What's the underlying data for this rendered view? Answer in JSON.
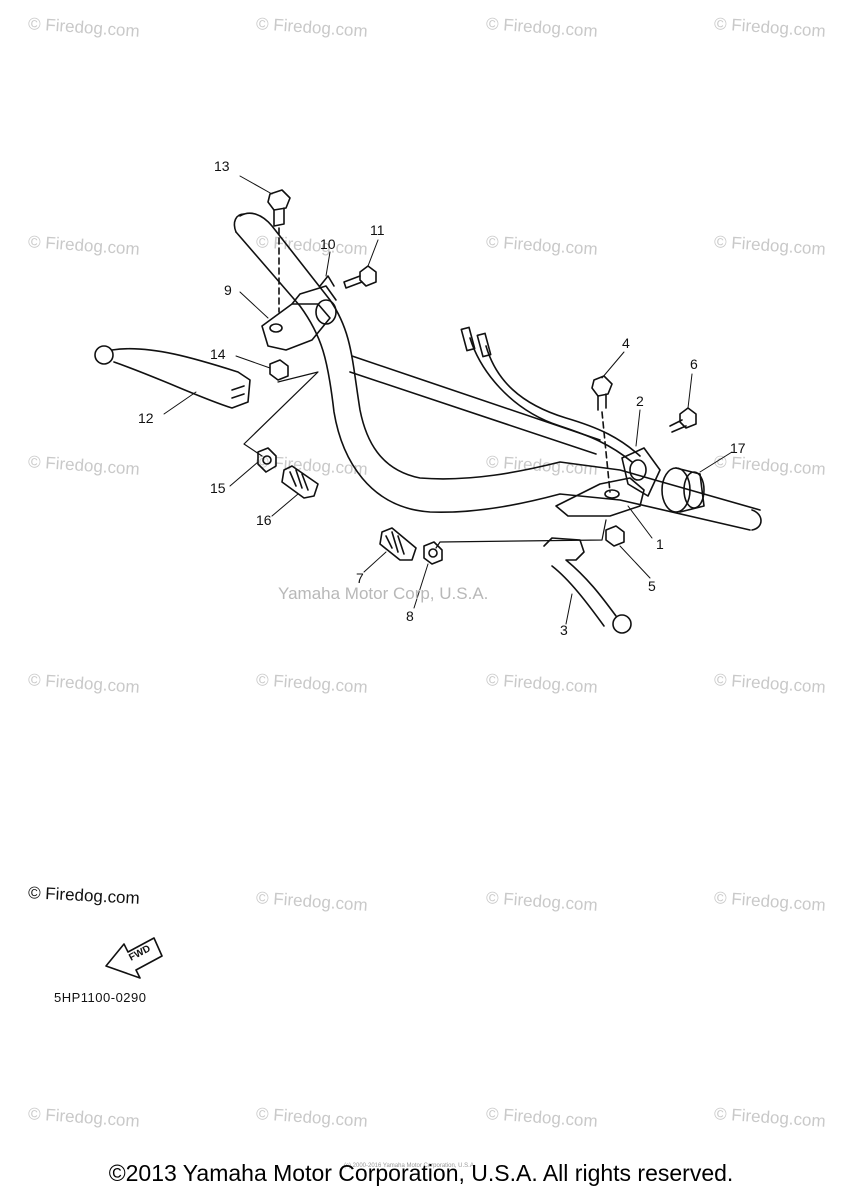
{
  "watermark": {
    "text": "© Firedog.com"
  },
  "diagram": {
    "credit": "Yamaha Motor Corp, U.S.A.",
    "callouts": [
      "1",
      "2",
      "3",
      "4",
      "5",
      "6",
      "7",
      "8",
      "9",
      "10",
      "11",
      "12",
      "13",
      "14",
      "15",
      "16",
      "17"
    ],
    "copyright_mark": "© Firedog.com",
    "fwd_label": "FWD",
    "part_code": "5HP1100-0290"
  },
  "footer": {
    "copyright": "©2013 Yamaha Motor Corporation, U.S.A. All rights reserved.",
    "fine_print": "(c) 2000-2016 Yamaha Motor Corporation, U.S.A."
  }
}
